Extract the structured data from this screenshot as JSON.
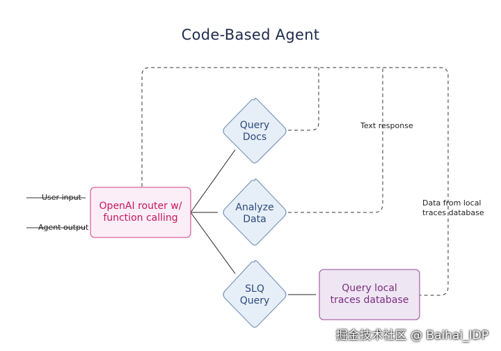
{
  "title": "Code-Based Agent",
  "labels": {
    "user_input": "User input",
    "agent_output": "Agent output",
    "text_response": "Text response",
    "data_from_local": "Data from local\ntraces database"
  },
  "nodes": {
    "router": "OpenAI router w/\nfunction calling",
    "query_docs": "Query\nDocs",
    "analyze_data": "Analyze\nData",
    "slq_query": "SLQ\nQuery",
    "query_local": "Query local\ntraces database"
  },
  "colors": {
    "router_fill": "#fbeef6",
    "router_stroke": "#d8669e",
    "router_text": "#c2185b",
    "diamond_fill": "#e6eef7",
    "diamond_stroke": "#7a96b8",
    "diamond_text": "#2a4a7a",
    "local_fill": "#efe6f3",
    "local_stroke": "#a76aa8",
    "local_text": "#7a2d7e"
  },
  "watermark": "掘金技术社区 @ Baihai_IDP"
}
